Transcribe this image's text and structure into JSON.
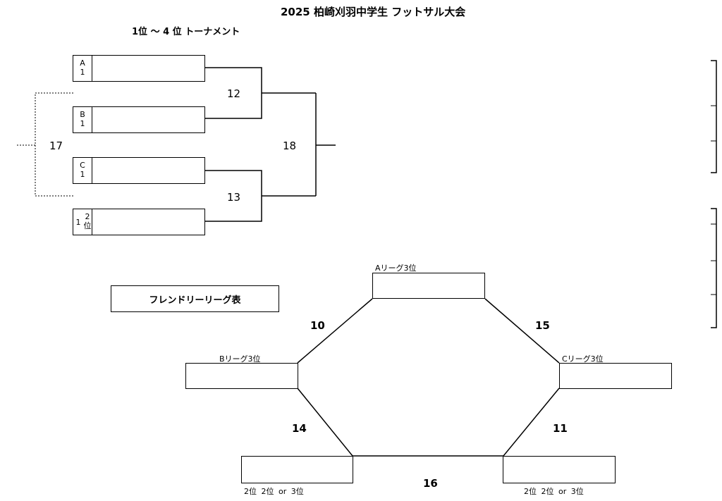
{
  "title": "2025 柏崎刈羽中学生 フットサル大会",
  "tournament": {
    "heading": "1位 ～ 4 位 トーナメント",
    "seeds": [
      {
        "group": "A",
        "rank": "1"
      },
      {
        "group": "B",
        "rank": "1"
      },
      {
        "group": "C",
        "rank": "1"
      },
      {
        "rank": "1",
        "alt": "2",
        "alt_unit": "位"
      }
    ],
    "match_semi_1": "12",
    "match_semi_2": "13",
    "match_final": "18",
    "match_third": "17"
  },
  "friendly": {
    "label": "フレンドリーリーグ表",
    "slots": {
      "top": "Aリーグ3位",
      "left": "Bリーグ3位",
      "right": "Cリーグ3位",
      "bottom_left": "2位 2位 or 3位",
      "bottom_right": "2位 2位 or 3位"
    },
    "matches": {
      "top_left": "10",
      "top_right": "15",
      "left_bottom": "14",
      "right_bottom": "11",
      "bottom": "16"
    }
  }
}
